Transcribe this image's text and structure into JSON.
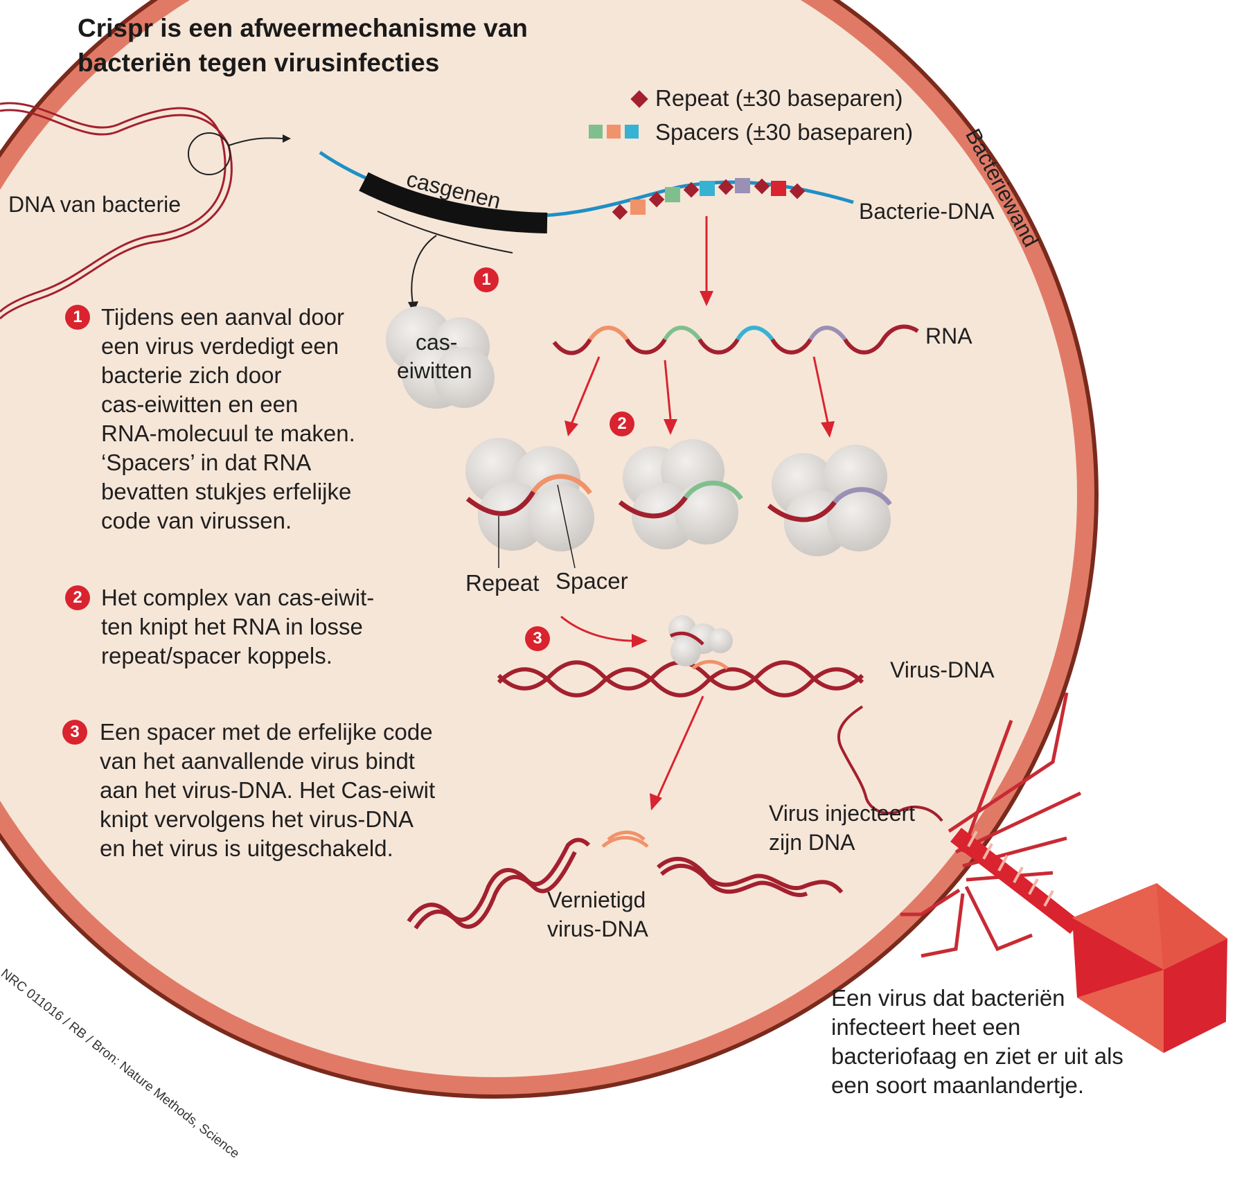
{
  "title": "Crispr is een afweermechanisme van bacteriën tegen virusinfecties",
  "legend": {
    "repeat": "Repeat (±30 baseparen)",
    "spacers": "Spacers (±30 baseparen)"
  },
  "labels": {
    "dna_bacterie": "DNA van bacterie",
    "casgenen": "casgenen",
    "bacterie_dna": "Bacterie-DNA",
    "cas_eiwitten_line1": "cas-",
    "cas_eiwitten_line2": "eiwitten",
    "rna": "RNA",
    "repeat": "Repeat",
    "spacer": "Spacer",
    "virus_dna": "Virus-DNA",
    "vernietigd_line1": "Vernietigd",
    "vernietigd_line2": "virus-DNA",
    "virus_injecteert_line1": "Virus injecteert",
    "virus_injecteert_line2": "zijn DNA",
    "bacteriewand": "Bacteriewand"
  },
  "badges": {
    "one": "1",
    "two": "2",
    "three": "3"
  },
  "steps": [
    {
      "number": "1",
      "text": "Tijdens een aanval door\neen virus verdedigt een\nbacterie zich door\ncas-eiwitten en een\nRNA-molecuul te maken.\n‘Spacers’ in dat RNA\nbevatten stukjes erfelijke\ncode van virussen."
    },
    {
      "number": "2",
      "text": "Het complex van cas-eiwit-\nten knipt het RNA in losse\nrepeat/spacer koppels."
    },
    {
      "number": "3",
      "text": "Een spacer met de erfelijke code\nvan het aanvallende virus bindt\naan het virus-DNA. Het Cas-eiwit\nknipt vervolgens het virus-DNA\nen het virus is uitgeschakeld."
    }
  ],
  "phage_note": "Een virus dat bacteriën\ninfecteert heet een\nbacteriofaag en ziet er uit als\neen soort maanlandertje.",
  "credit": "NRC 011016 / RB / Bron: Nature Methods, Science",
  "colors": {
    "accent_red": "#d9232e",
    "dna_dark_red": "#a3202e",
    "cell_fill": "#f6e6d8",
    "cell_wall": "#e07a66",
    "cell_outline": "#7a2a1c",
    "spacer_green": "#7fbf8e",
    "spacer_orange": "#f0926a",
    "spacer_blue": "#36b2d3",
    "spacer_purple": "#9a8fb5",
    "spacer_red": "#d9232e",
    "dna_blue": "#1f8fc6"
  }
}
